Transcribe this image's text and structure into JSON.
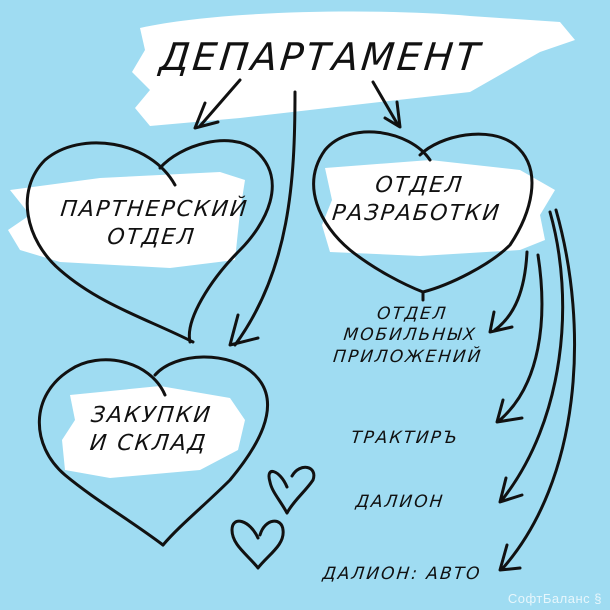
{
  "title": "ДЕПАРТАМЕНТ",
  "colors": {
    "background": "#9fdcf2",
    "brush": "#ffffff",
    "ink": "#111111",
    "watermark": "#ffffff"
  },
  "nodes": {
    "partner": {
      "line1": "ПАРТНЕРСКИЙ",
      "line2": "ОТДЕЛ",
      "shape": "heart-icon"
    },
    "dev": {
      "line1": "ОТДЕЛ",
      "line2": "РАЗРАБОТКИ",
      "shape": "heart-icon"
    },
    "purchasing": {
      "line1": "ЗАКУПКИ",
      "line2": "И СКЛАД",
      "shape": "heart-icon"
    }
  },
  "sub_items": [
    {
      "lines": [
        "ОТДЕЛ",
        "МОБИЛЬНЫХ",
        "ПРИЛОЖЕНИЙ"
      ]
    },
    {
      "lines": [
        "ТРАКТИРЪ"
      ]
    },
    {
      "lines": [
        "ДАЛИОН"
      ]
    },
    {
      "lines": [
        "ДАЛИОН: АВТО"
      ]
    }
  ],
  "edges": [
    {
      "from": "ДЕПАРТАМЕНТ",
      "to": "ПАРТНЕРСКИЙ ОТДЕЛ"
    },
    {
      "from": "ДЕПАРТАМЕНТ",
      "to": "ОТДЕЛ РАЗРАБОТКИ"
    },
    {
      "from": "ДЕПАРТАМЕНТ",
      "to": "ЗАКУПКИ И СКЛАД"
    },
    {
      "from": "ПАРТНЕРСКИЙ ОТДЕЛ",
      "to": "ЗАКУПКИ И СКЛАД"
    },
    {
      "from": "ОТДЕЛ РАЗРАБОТКИ",
      "to": "ОТДЕЛ МОБИЛЬНЫХ ПРИЛОЖЕНИЙ"
    },
    {
      "from": "ОТДЕЛ РАЗРАБОТКИ",
      "to": "ТРАКТИРЪ"
    },
    {
      "from": "ОТДЕЛ РАЗРАБОТКИ",
      "to": "ДАЛИОН"
    },
    {
      "from": "ОТДЕЛ РАЗРАБОТКИ",
      "to": "ДАЛИОН: АВТО"
    }
  ],
  "watermark": "СофтБаланс"
}
